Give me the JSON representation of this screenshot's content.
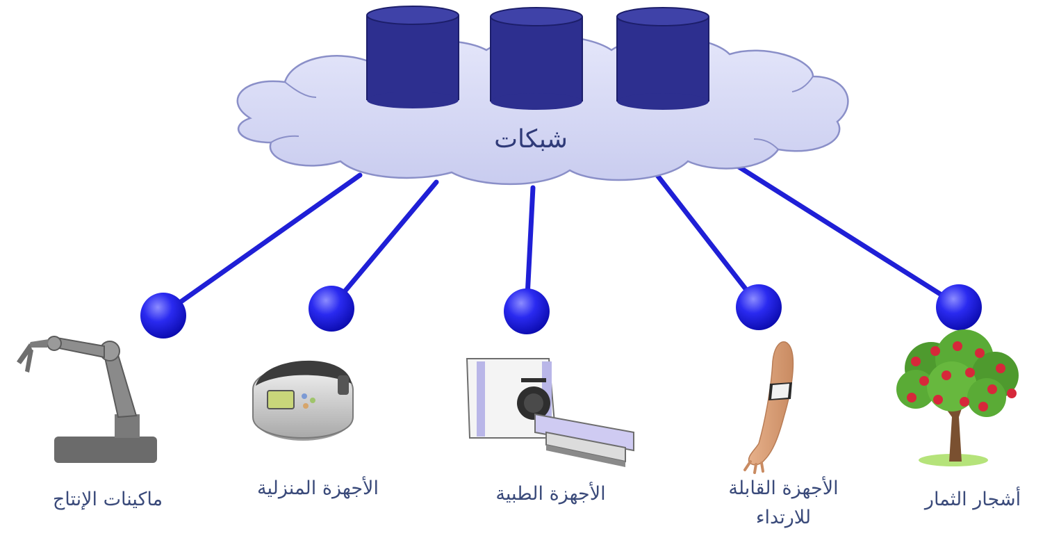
{
  "network": {
    "label": "شبكات"
  },
  "nodes": [
    {
      "id": "production-machines",
      "label": "ماكينات الإنتاج"
    },
    {
      "id": "home-appliances",
      "label": "الأجهزة المنزلية"
    },
    {
      "id": "medical-devices",
      "label": "الأجهزة الطبية"
    },
    {
      "id": "wearables",
      "label_line1": "الأجهزة القابلة",
      "label_line2": "للارتداء"
    },
    {
      "id": "fruit-trees",
      "label": "أشجار الثمار"
    }
  ],
  "colors": {
    "cloud_fill": "#d6d8f2",
    "cloud_stroke": "#8a8fc8",
    "database": "#2d2f8f",
    "link": "#1f1fd6",
    "node": "#1a1ae0",
    "label": "#3a4a7a"
  }
}
